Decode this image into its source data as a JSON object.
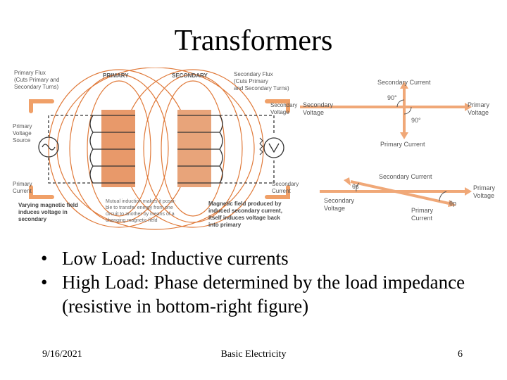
{
  "slide": {
    "title": "Transformers",
    "bullets": [
      {
        "text": "Low Load: Inductive currents"
      },
      {
        "text": "High Load: Phase determined by the load impedance (resistive in bottom-right figure)"
      }
    ],
    "footer": {
      "date": "9/16/2021",
      "center": "Basic Electricity",
      "page": "6"
    }
  },
  "transformer_figure": {
    "labels": {
      "primary_flux": "Primary Flux",
      "primary_flux_note1": "(Cuts Primary and",
      "primary_flux_note2": "Secondary Turns)",
      "primary": "PRIMARY",
      "secondary": "SECONDARY",
      "secondary_flux": "Secondary Flux",
      "secondary_flux_note1": "(Cuts Primary",
      "secondary_flux_note2": "and Secondary Turns)",
      "secondary_voltage_1": "Secondary",
      "secondary_voltage_2": "Voltage",
      "primary_voltage_source_1": "Primary",
      "primary_voltage_source_2": "Voltage",
      "primary_voltage_source_3": "Source",
      "primary_current_1": "Primary",
      "primary_current_2": "Current",
      "secondary_current_1": "Secondary",
      "secondary_current_2": "Current",
      "caption_left_1": "Varying magnetic field",
      "caption_left_2": "induces voltage in",
      "caption_left_3": "secondary",
      "caption_mid_1": "Mutual induction makes it possi-",
      "caption_mid_2": "ble to transfer energy from one",
      "caption_mid_3": "circuit to another by means of a",
      "caption_mid_4": "changing magnetic field",
      "caption_right_1": "Magnetic field produced by",
      "caption_right_2": "induced secondary current,",
      "caption_right_3": "itself induces voltage back",
      "caption_right_4": "into primary"
    },
    "colors": {
      "core": "#e8996a",
      "flux": "#e07a3a",
      "arrow": "#f0a068",
      "text": "#555555"
    }
  },
  "phasor_top": {
    "secondary_current": "Secondary Current",
    "secondary_voltage_1": "Secondary",
    "secondary_voltage_2": "Voltage",
    "primary_voltage_1": "Primary",
    "primary_voltage_2": "Voltage",
    "primary_current": "Primary Current",
    "angle_1": "90°",
    "angle_2": "90°",
    "color": "#f0a878"
  },
  "phasor_bottom": {
    "secondary_current": "Secondary Current",
    "secondary_voltage_1": "Secondary",
    "secondary_voltage_2": "Voltage",
    "primary_voltage_1": "Primary",
    "primary_voltage_2": "Voltage",
    "primary_current_1": "Primary",
    "primary_current_2": "Current",
    "theta_s": "θs",
    "theta_p": "θp",
    "color": "#f0a878"
  }
}
